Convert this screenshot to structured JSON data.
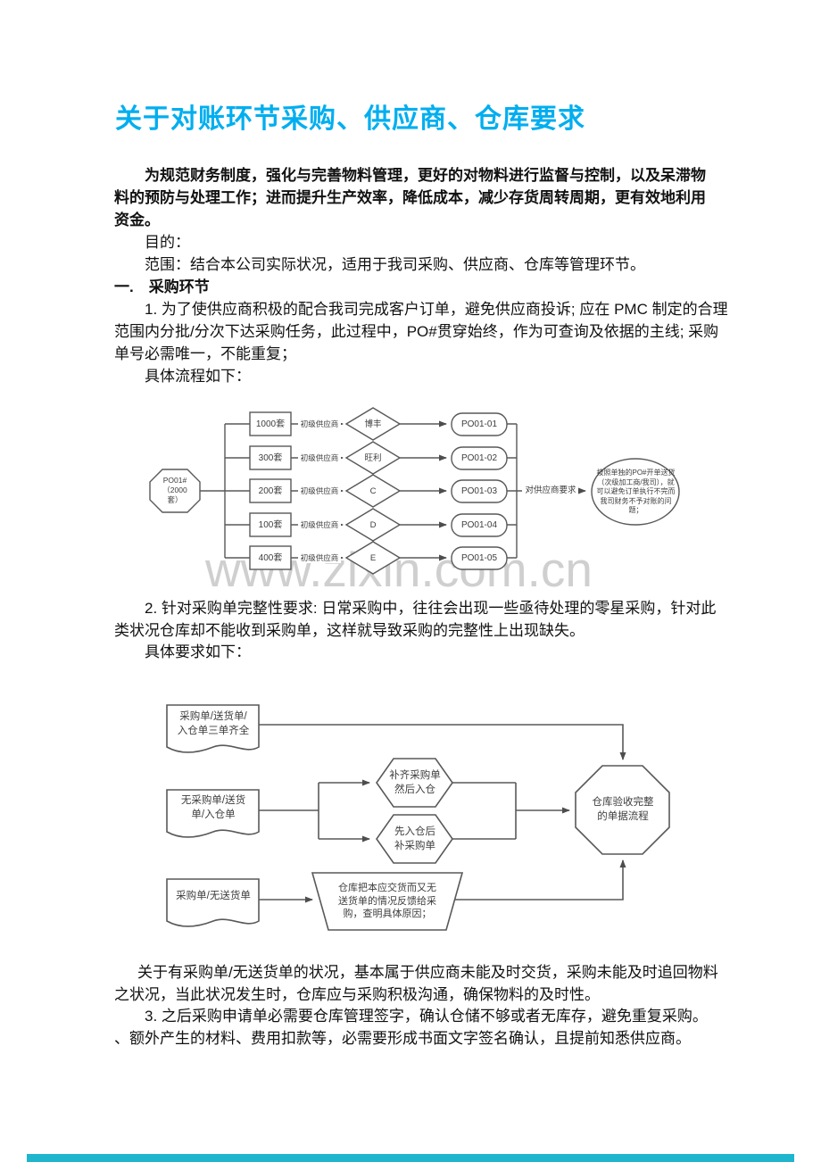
{
  "title": "关于对账环节采购、供应商、仓库要求",
  "colors": {
    "title_blue": "#00AEEF",
    "flow_stroke": "#595959",
    "watermark_gray": "#C7C7C7",
    "bottom_bar_teal": "#1FB6CD"
  },
  "paragraphs": {
    "p1l1": "为规范财务制度，强化与完善物料管理，更好的对物料进行监督与控制，以及呆滞物",
    "p1l2": "料的预防与处理工作；进而提升生产效率，降低成本，减少存货周转周期，更有效地利用",
    "p1l3": "资金。",
    "purpose": "目的：",
    "scope": "范围：结合本公司实际状况，适用于我司采购、供应商、仓库等管理环节。",
    "h1": "一.　采购环节",
    "p2l1": "1. 为了使供应商积极的配合我司完成客户订单，避免供应商投诉; 应在 PMC 制定的合理",
    "p2l2": "范围内分批/分次下达采购任务，此过程中，PO#贯穿始终，作为可查询及依据的主线; 采购",
    "p2l3": "单号必需唯一，不能重复；",
    "p3": "具体流程如下：",
    "p4l1": "2. 针对采购单完整性要求: 日常采购中，往往会出现一些亟待处理的零星采购，针对此",
    "p4l2": "类状况仓库却不能收到采购单，这样就导致采购的完整性上出现缺失。",
    "p5": "具体要求如下：",
    "p6l1": "关于有采购单/无送货单的状况，基本属于供应商未能及时交货，采购未能及时追回物料",
    "p6l2": "之状况，当此状况发生时，仓库应与采购积极沟通，确保物料的及时性。",
    "p7": "3. 之后采购申请单必需要仓库管理签字，确认仓储不够或者无库存，避免重复采购。",
    "p8": "、额外产生的材料、费用扣款等，必需要形成书面文字签名确认，且提前知悉供应商。"
  },
  "flowchart1": {
    "source": "PO01#\n（2000\n套）",
    "rows": [
      {
        "qty": "1000套",
        "label": "初级供应商",
        "vendor": "博丰",
        "po": "PO01-01"
      },
      {
        "qty": "300套",
        "label": "初级供应商",
        "vendor": "旺利",
        "po": "PO01-02"
      },
      {
        "qty": "200套",
        "label": "初级供应商",
        "vendor": "C",
        "po": "PO01-03"
      },
      {
        "qty": "100套",
        "label": "初级供应商",
        "vendor": "D",
        "po": "PO01-04"
      },
      {
        "qty": "400套",
        "label": "初级供应商",
        "vendor": "E",
        "po": "PO01-05"
      }
    ],
    "requirement_label": "对供应商要求",
    "note": "按照单独的PO#开单送货\n（次级加工商/我司），就\n可以避免订单执行不完而\n我司财务不予对账的问\n题；"
  },
  "flowchart2": {
    "doc1": "采购单/送货单/\n入仓单三单齐全",
    "doc2": "无采购单/送货\n单/入仓单",
    "doc3": "采购单/无送货单",
    "hex1": "补齐采购单\n然后入仓",
    "hex2": "先入仓后\n补采购单",
    "feedback": "仓库把本应交货而又无\n送货单的情况反馈给采\n购，查明具体原因；",
    "result": "仓库验收完整\n的单据流程"
  },
  "watermark": "www.zixin.com.cn"
}
